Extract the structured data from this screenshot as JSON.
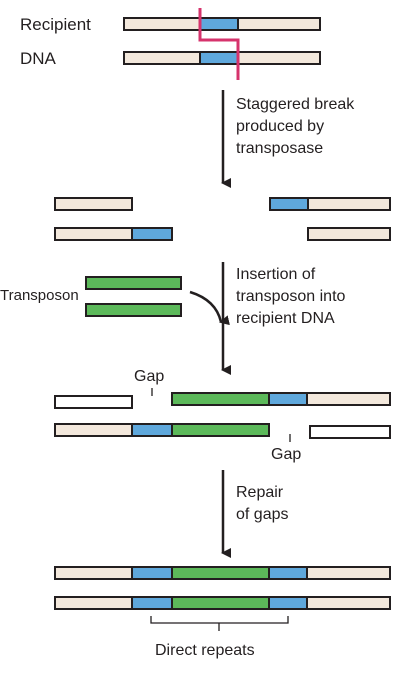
{
  "labels": {
    "recipient": "Recipient",
    "dna": "DNA",
    "transposon": "Transposon",
    "gap_top": "Gap",
    "gap_bottom": "Gap",
    "direct_repeats": "Direct repeats"
  },
  "steps": {
    "step1": [
      "Staggered break",
      "produced by",
      "transposase"
    ],
    "step2": [
      "Insertion of",
      "transposon into",
      "recipient DNA"
    ],
    "step3": [
      "Repair",
      "of gaps"
    ]
  },
  "colors": {
    "dna": "#f3e8dc",
    "target_site": "#5fa8dc",
    "transposon": "#5cb95a",
    "break_line": "#d6336c",
    "outline": "#231f20"
  }
}
